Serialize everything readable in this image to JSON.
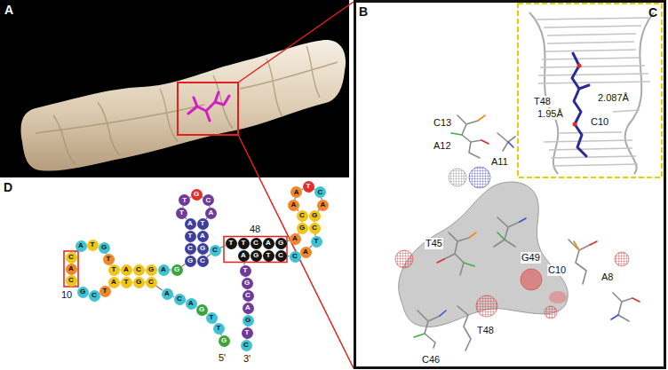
{
  "diagram": {
    "nodes": [
      {
        "text": [
          "G"
        ]
      },
      {
        "text": [
          "T"
        ]
      },
      {
        "text": [
          "T"
        ]
      },
      {
        "text": [
          "G"
        ]
      },
      {
        "text": [
          "A"
        ]
      },
      {
        "text": [
          "C"
        ]
      },
      {
        "text": [
          "A"
        ]
      },
      {
        "text": [
          "C"
        ]
      },
      {
        "text": [
          "G"
        ]
      },
      {
        "text": [
          "T"
        ]
      },
      {
        "text": [
          "A"
        ]
      },
      {
        "text": [
          "T"
        ]
      },
      {
        "text": [
          "C"
        ]
      },
      {
        "text": [
          "G"
        ]
      },
      {
        "text": [
          "C"
        ]
      },
      {
        "text": [
          "A"
        ]
      },
      {
        "text": [
          "C"
        ]
      },
      {
        "text": [
          "A"
        ]
      },
      {
        "text": [
          "T"
        ]
      },
      {
        "text": [
          "G"
        ]
      },
      {
        "text": [
          "T"
        ]
      },
      {
        "text": [
          "T"
        ]
      },
      {
        "text": [
          "A"
        ]
      },
      {
        "text": [
          "C"
        ]
      },
      {
        "text": [
          "G"
        ]
      },
      {
        "text": [
          "A"
        ]
      },
      {
        "text": [
          "G"
        ]
      },
      {
        "text": [
          "G"
        ]
      },
      {
        "text": [
          "C"
        ]
      },
      {
        "text": [
          "T"
        ]
      },
      {
        "text": [
          "A"
        ]
      },
      {
        "text": [
          "T"
        ]
      },
      {
        "text": [
          "T"
        ]
      },
      {
        "text": [
          "G"
        ]
      },
      {
        "text": [
          "C"
        ]
      },
      {
        "text": [
          "A"
        ]
      },
      {
        "text": [
          "T"
        ]
      },
      {
        "text": [
          "A"
        ]
      },
      {
        "text": [
          "G"
        ]
      },
      {
        "text": [
          "C"
        ]
      },
      {
        "text": [
          "C"
        ]
      },
      {
        "text": [
          "T"
        ]
      },
      {
        "text": [
          "T"
        ]
      },
      {
        "text": [
          "C"
        ]
      },
      {
        "text": [
          "A"
        ]
      },
      {
        "text": [
          "G"
        ]
      },
      {
        "text": [
          "A"
        ]
      },
      {
        "text": [
          "G"
        ]
      },
      {
        "text": [
          "C"
        ]
      },
      {
        "text": [
          "A"
        ]
      },
      {
        "text": [
          "A"
        ]
      },
      {
        "text": [
          "T"
        ]
      },
      {
        "text": [
          "C"
        ]
      },
      {
        "text": [
          "A"
        ]
      },
      {
        "text": [
          "G"
        ]
      },
      {
        "text": [
          "C"
        ]
      },
      {
        "text": [
          "T"
        ]
      },
      {
        "text": [
          "A"
        ]
      },
      {
        "text": [
          "C"
        ]
      },
      {
        "text": [
          "C"
        ]
      },
      {
        "text": [
          "T"
        ]
      },
      {
        "text": [
          "G"
        ]
      },
      {
        "text": [
          "A"
        ]
      },
      {
        "text": [
          "T"
        ]
      },
      {
        "text": [
          "G"
        ]
      },
      {
        "text": [
          "C"
        ]
      },
      {
        "text": [
          "A"
        ]
      },
      {
        "text": [
          "G"
        ]
      },
      {
        "text": [
          "T"
        ]
      },
      {
        "text": [
          "C"
        ]
      }
    ],
    "edges": [
      {
        "from": 0,
        "to": 1,
        "arrow": "none"
      },
      {
        "from": 1,
        "to": 2,
        "arrow": "none"
      },
      {
        "from": 2,
        "to": 3,
        "arrow": "none"
      },
      {
        "from": 3,
        "to": 4,
        "arrow": "none"
      },
      {
        "from": 4,
        "to": 5,
        "arrow": "none"
      },
      {
        "from": 5,
        "to": 6,
        "arrow": "none"
      },
      {
        "from": 6,
        "to": 7,
        "arrow": "none"
      },
      {
        "from": 7,
        "to": 8,
        "arrow": "none"
      },
      {
        "from": 8,
        "to": 9,
        "arrow": "none"
      },
      {
        "from": 9,
        "to": 10,
        "arrow": "none"
      },
      {
        "from": 10,
        "to": 11,
        "arrow": "none"
      },
      {
        "from": 11,
        "to": 12,
        "arrow": "none"
      },
      {
        "from": 12,
        "to": 13,
        "arrow": "none"
      },
      {
        "from": 13,
        "to": 14,
        "arrow": "none"
      },
      {
        "from": 14,
        "to": 15,
        "arrow": "none"
      },
      {
        "from": 15,
        "to": 16,
        "arrow": "none"
      },
      {
        "from": 16,
        "to": 17,
        "arrow": "none"
      },
      {
        "from": 17,
        "to": 18,
        "arrow": "none"
      },
      {
        "from": 18,
        "to": 19,
        "arrow": "none"
      },
      {
        "from": 19,
        "to": 20,
        "arrow": "none"
      },
      {
        "from": 20,
        "to": 21,
        "arrow": "none"
      },
      {
        "from": 21,
        "to": 22,
        "arrow": "none"
      },
      {
        "from": 22,
        "to": 23,
        "arrow": "none"
      },
      {
        "from": 23,
        "to": 24,
        "arrow": "none"
      },
      {
        "from": 24,
        "to": 25,
        "arrow": "none"
      },
      {
        "from": 25,
        "to": 26,
        "arrow": "none"
      },
      {
        "from": 26,
        "to": 27,
        "arrow": "none"
      },
      {
        "from": 27,
        "to": 28,
        "arrow": "none"
      },
      {
        "from": 28,
        "to": 29,
        "arrow": "none"
      },
      {
        "from": 29,
        "to": 30,
        "arrow": "none"
      },
      {
        "from": 30,
        "to": 31,
        "arrow": "none"
      },
      {
        "from": 31,
        "to": 32,
        "arrow": "none"
      },
      {
        "from": 32,
        "to": 33,
        "arrow": "none"
      },
      {
        "from": 33,
        "to": 34,
        "arrow": "none"
      },
      {
        "from": 34,
        "to": 35,
        "arrow": "none"
      },
      {
        "from": 35,
        "to": 36,
        "arrow": "none"
      },
      {
        "from": 36,
        "to": 37,
        "arrow": "none"
      },
      {
        "from": 37,
        "to": 38,
        "arrow": "none"
      },
      {
        "from": 38,
        "to": 39,
        "arrow": "none"
      },
      {
        "from": 39,
        "to": 40,
        "arrow": "none"
      },
      {
        "from": 40,
        "to": 41,
        "arrow": "none"
      },
      {
        "from": 41,
        "to": 42,
        "arrow": "none"
      },
      {
        "from": 42,
        "to": 43,
        "arrow": "none"
      },
      {
        "from": 43,
        "to": 44,
        "arrow": "none"
      },
      {
        "from": 44,
        "to": 45,
        "arrow": "none"
      },
      {
        "from": 45,
        "to": 46,
        "arrow": "none"
      },
      {
        "from": 46,
        "to": 47,
        "arrow": "none"
      },
      {
        "from": 47,
        "to": 48,
        "arrow": "none"
      },
      {
        "from": 48,
        "to": 49,
        "arrow": "none"
      },
      {
        "from": 49,
        "to": 50,
        "arrow": "none"
      },
      {
        "from": 50,
        "to": 51,
        "arrow": "none"
      },
      {
        "from": 51,
        "to": 52,
        "arrow": "none"
      },
      {
        "from": 52,
        "to": 53,
        "arrow": "none"
      },
      {
        "from": 53,
        "to": 54,
        "arrow": "none"
      },
      {
        "from": 54,
        "to": 55,
        "arrow": "none"
      },
      {
        "from": 55,
        "to": 56,
        "arrow": "none"
      },
      {
        "from": 56,
        "to": 57,
        "arrow": "none"
      },
      {
        "from": 57,
        "to": 58,
        "arrow": "none"
      },
      {
        "from": 58,
        "to": 59,
        "arrow": "none"
      },
      {
        "from": 59,
        "to": 60,
        "arrow": "none"
      },
      {
        "from": 60,
        "to": 61,
        "arrow": "none"
      },
      {
        "from": 61,
        "to": 62,
        "arrow": "none"
      },
      {
        "from": 62,
        "to": 63,
        "arrow": "none"
      },
      {
        "from": 63,
        "to": 64,
        "arrow": "none"
      },
      {
        "from": 64,
        "to": 65,
        "arrow": "none"
      },
      {
        "from": 65,
        "to": 66,
        "arrow": "none"
      },
      {
        "from": 66,
        "to": 67,
        "arrow": "none"
      },
      {
        "from": 67,
        "to": 68,
        "arrow": "none"
      },
      {
        "from": 68,
        "to": 69,
        "arrow": "none"
      }
    ],
    "labels": [
      "A",
      "B",
      "C",
      "D",
      "C13",
      "A12",
      "A11",
      "T45",
      "G49",
      "C10",
      "A8",
      "T48",
      "C46",
      "T48",
      "1.95Å",
      "2.087Å",
      "C10",
      "10",
      "48",
      "5'",
      "3'"
    ]
  }
}
